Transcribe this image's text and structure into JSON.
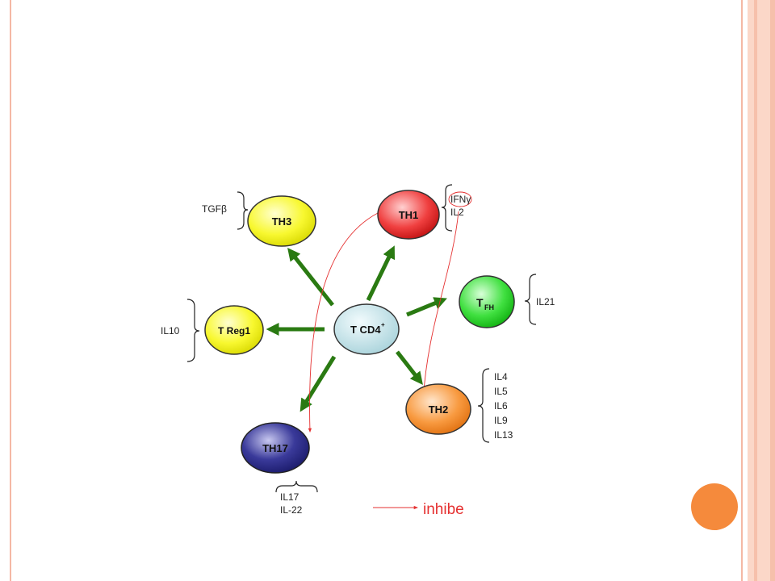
{
  "colors": {
    "frame_line": "#f4b8a4",
    "side_bar_light": "#fbd7c8",
    "side_bar_mid": "#f6c0ab",
    "accent_circle": "#f58a3c",
    "activation_arrow": "#2a7a12",
    "inhibit_arrow": "#e53030"
  },
  "nodes": {
    "tcd4": {
      "label": "T CD4",
      "superscript": "+",
      "color": "#bfe0e6"
    },
    "th1": {
      "label": "TH1",
      "color": "#e32121"
    },
    "th3": {
      "label": "TH3",
      "color": "#f2f20a"
    },
    "treg1": {
      "label": "T Reg1",
      "color": "#f2f20a"
    },
    "tfh": {
      "label": "T",
      "subscript": "FH",
      "color": "#28d228"
    },
    "th2": {
      "label": "TH2",
      "color": "#f58a2a"
    },
    "th17": {
      "label": "TH17",
      "color": "#2a2a8a"
    }
  },
  "cytokines": {
    "th1": [
      "IFNγ",
      "IL2"
    ],
    "th3": [
      "TGFβ"
    ],
    "treg1": [
      "IL10"
    ],
    "tfh": [
      "IL21"
    ],
    "th2": [
      "IL4",
      "IL5",
      "IL6",
      "IL9",
      "IL13"
    ],
    "th17": [
      "IL17",
      "IL-22"
    ]
  },
  "legend": {
    "inhibit_label": "inhibe"
  }
}
